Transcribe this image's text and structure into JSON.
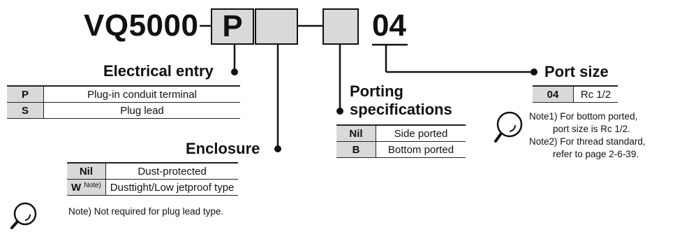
{
  "model": {
    "prefix": "VQ5000",
    "box1": "P",
    "box2": "",
    "box3": "",
    "suffix": "04"
  },
  "electrical_entry": {
    "heading": "Electrical entry",
    "rows": [
      {
        "code": "P",
        "desc": "Plug-in conduit terminal"
      },
      {
        "code": "S",
        "desc": "Plug lead"
      }
    ]
  },
  "enclosure": {
    "heading": "Enclosure",
    "rows": [
      {
        "code": "Nil",
        "sup": "",
        "desc": "Dust-protected"
      },
      {
        "code": "W",
        "sup": "Note)",
        "desc": "Dusttight/Low jetproof type"
      }
    ],
    "note": "Note) Not required for plug lead type."
  },
  "porting": {
    "heading_line1": "Porting",
    "heading_line2": "specifications",
    "rows": [
      {
        "code": "Nil",
        "desc": "Side ported"
      },
      {
        "code": "B",
        "desc": "Bottom ported"
      }
    ]
  },
  "port_size": {
    "heading": "Port size",
    "rows": [
      {
        "code": "04",
        "desc": "Rc 1/2"
      }
    ],
    "notes": [
      "Note1) For bottom ported,",
      "port size is Rc 1/2.",
      "Note2) For thread standard,",
      "refer to page 2-6-39."
    ]
  },
  "icons": [
    "magnifier-icon"
  ]
}
